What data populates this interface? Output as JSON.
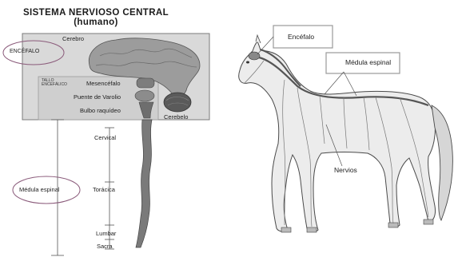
{
  "left_panel": {
    "title_line1": "SISTEMA NERVIOSO CENTRAL",
    "title_line2": "(humano)",
    "labels": {
      "cerebro": "Cerebro",
      "encefalo": "ENCÉFALO",
      "tallo_line1": "TALLO",
      "tallo_line2": "ENCEFÁLICO",
      "mesencefalo": "Mesencéfalo",
      "puente": "Puente de Varolio",
      "bulbo": "Bulbo raquídeo",
      "cerebelo": "Cerebelo",
      "cervical": "Cervical",
      "medula": "Médula espinal",
      "toracica": "Torácica",
      "lumbar": "Lumbar",
      "sacra": "Sacra"
    }
  },
  "right_panel": {
    "labels": {
      "encefalo": "Encéfalo",
      "medula": "Médula espinal",
      "nervios": "Nervios"
    }
  },
  "colors": {
    "box_fill": "#dcdcdc",
    "box_stroke": "#7a7a7a",
    "ellipse_stroke": "#8a5a7a",
    "label_box_stroke": "#999999",
    "brain_fill": "#9a9a9a",
    "horse_fill": "#e9e9e9",
    "horse_stroke": "#4a4a4a"
  }
}
